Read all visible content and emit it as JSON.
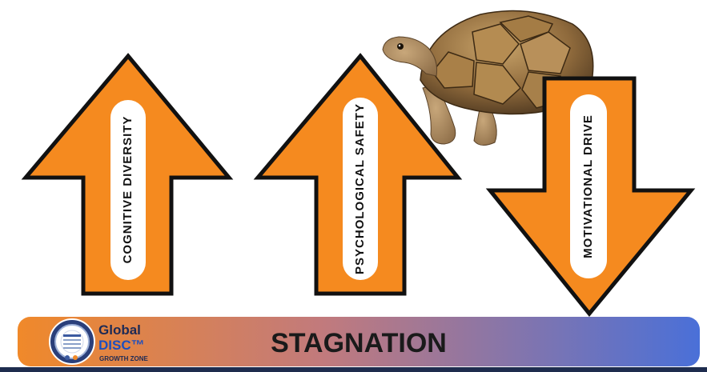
{
  "arrows": [
    {
      "label": "COGNITIVE DIVERSITY",
      "direction": "up"
    },
    {
      "label": "PSYCHOLOGICAL SAFETY",
      "direction": "up"
    },
    {
      "label": "MOTIVATIONAL DRIVE",
      "direction": "down"
    }
  ],
  "banner": {
    "title": "STAGNATION",
    "logo": {
      "line1": "Global",
      "line2": "DISC™",
      "line3": "GROWTH ZONE"
    }
  },
  "colors": {
    "arrow_fill": "#f58a1f",
    "arrow_stroke": "#111111",
    "banner_left": "#f08a2a",
    "banner_right": "#4a6fd6",
    "bottom_rule": "#1e2c4e"
  },
  "image": {
    "subject": "tortoise-icon"
  }
}
